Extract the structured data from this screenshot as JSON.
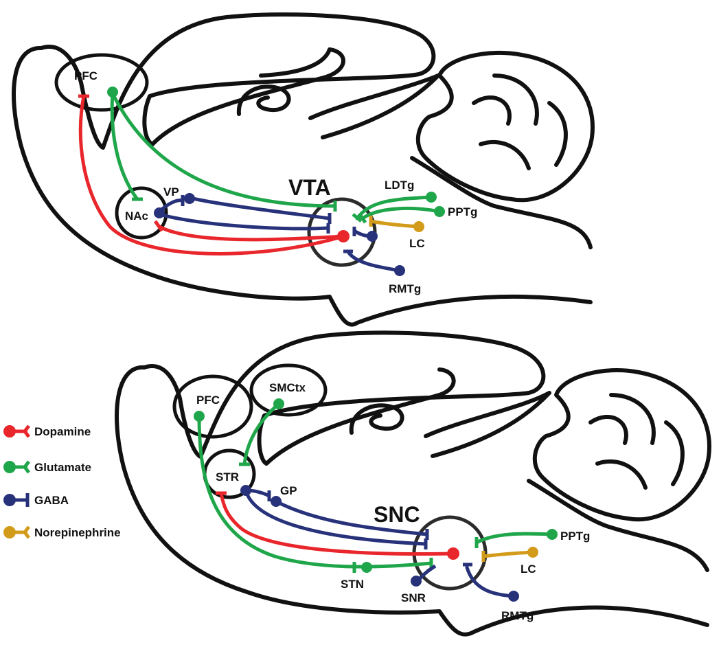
{
  "colors": {
    "dopamine": "#e8262b",
    "glutamate": "#1fa64a",
    "gaba": "#27327a",
    "norepinephrine": "#d39b1a",
    "outline": "#111111"
  },
  "top_panel": {
    "hub_label": "VTA",
    "regions": {
      "pfc": "PFC",
      "nac": "NAc",
      "vp": "VP",
      "ldtg": "LDTg",
      "pptg": "PPTg",
      "lc": "LC",
      "rmtg": "RMTg"
    }
  },
  "bottom_panel": {
    "hub_label": "SNC",
    "regions": {
      "pfc": "PFC",
      "smctx": "SMCtx",
      "str": "STR",
      "gp": "GP",
      "stn": "STN",
      "snr": "SNR",
      "pptg": "PPTg",
      "lc": "LC",
      "rmtg": "RMTg"
    }
  },
  "legend": [
    {
      "label": "Dopamine",
      "color": "#e8262b",
      "terminal": "fork"
    },
    {
      "label": "Glutamate",
      "color": "#1fa64a",
      "terminal": "fork"
    },
    {
      "label": "GABA",
      "color": "#27327a",
      "terminal": "bar"
    },
    {
      "label": "Norepinephrine",
      "color": "#d39b1a",
      "terminal": "fork"
    }
  ]
}
